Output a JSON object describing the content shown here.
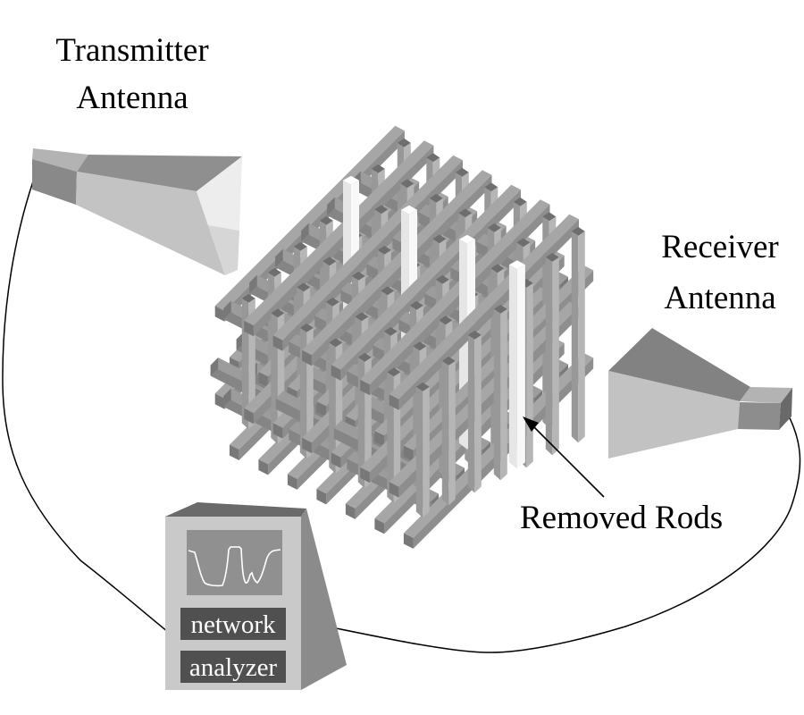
{
  "labels": {
    "transmitter": {
      "line1": "Transmitter",
      "line2": "Antenna"
    },
    "receiver": {
      "line1": "Receiver",
      "line2": "Antenna"
    },
    "removed_rods": "Removed Rods",
    "analyzer": {
      "line1": "network",
      "line2": "analyzer"
    }
  },
  "icons": {
    "arrow": "arrow-pointer-icon",
    "trace": "transmission-spectrum-trace"
  },
  "colors": {
    "background": "#ffffff",
    "ink": "#000000",
    "beam_top": "#a6a6a6",
    "beam_side": "#8e8e8e",
    "beam_end": "#787878",
    "beam_top2": "#9c9c9c",
    "beam_side2": "#858585",
    "rod_left": "#989898",
    "rod_right": "#b6b6b6",
    "rod_top": "#6e6e6e",
    "white_left": "#e6e6e6",
    "white_right": "#f8f8f8",
    "white_top": "#ffffff",
    "tx_wg_top": "#b3b3b3",
    "tx_wg_front": "#898989",
    "tx_horn_top": "#8f8f8f",
    "tx_horn_front": "#c3c3c3",
    "tx_mouth": "#ededed",
    "tx_mouth_low": "#d6d6d6",
    "rx_horn_top": "#828282",
    "rx_horn_front": "#c2c2c2",
    "rx_wg_top": "#b3b3b3",
    "rx_wg_front": "#8d8d8d",
    "rx_wg_side": "#696969",
    "analyzer_front": "#c9c9c9",
    "analyzer_top": "#6a6a6a",
    "analyzer_side": "#8b8b8b",
    "screen_bg": "#909090",
    "screen_trace": "#ffffff",
    "badge_bg": "#505050",
    "badge_text": "#ffffff"
  }
}
